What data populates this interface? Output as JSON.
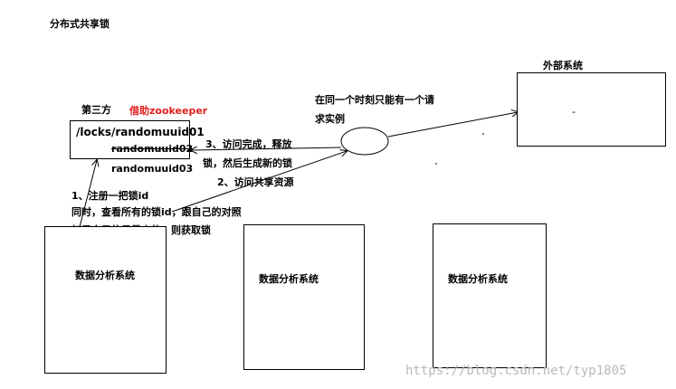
{
  "title": "分布式共享锁",
  "external_system": {
    "label": "外部系统",
    "inner_mark": "-"
  },
  "third_party": {
    "label": "第三方",
    "tag": "借助zookeeper",
    "tag_color": "#e0201c",
    "path": "/locks/randomuuid01",
    "items": [
      "randomuuid02",
      "randomuuid03"
    ]
  },
  "annotation_top": {
    "line1": "在同一个时刻只能有一个请",
    "line2": "求实例"
  },
  "step3": {
    "line1": "3、访问完成，释放",
    "line2": "锁，然后生成新的锁"
  },
  "step2": "2、访问共享资源",
  "step1": {
    "line1": "1、注册一把锁id",
    "line2": "同时，查看所有的锁id，跟自己的对照",
    "line3": "如果自己的是最小的，则获取锁"
  },
  "nodes": [
    "数据分析系统",
    "数据分析系统",
    "数据分析系统"
  ],
  "watermark": "https://blog.csdn.net/typ1805"
}
